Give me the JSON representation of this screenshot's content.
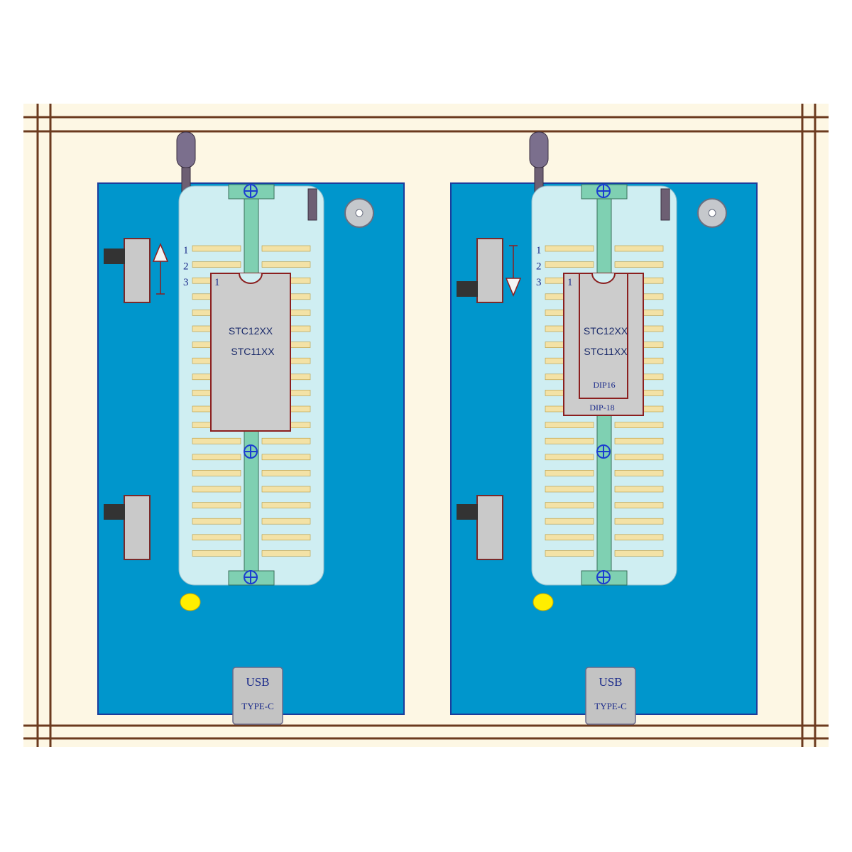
{
  "colors": {
    "background": "#fdf7e4",
    "frame_line": "#6b3a1e",
    "board": "#0096cc",
    "board_edge": "#1b3d9c",
    "socket": "#cfeef2",
    "pad": "#f3e2a6",
    "center_strip": "#7fd0b2",
    "chip": "#cccccc",
    "chip_outline": "#8b1f1f",
    "switch": "#c9c9c9",
    "led": "#ffee00",
    "usb": "#c3c3c3"
  },
  "boards": [
    {
      "id": "left",
      "pin_labels": [
        "1",
        "2",
        "3"
      ],
      "chip_pin1_label": "1",
      "chip_lines": [
        "STC12XX",
        "STC11XX"
      ],
      "inner_chip_lines": [],
      "switch_arrow": "up-arrow-icon",
      "usb_label": "USB",
      "usb_type_label": "TYPE-C"
    },
    {
      "id": "right",
      "pin_labels": [
        "1",
        "2",
        "3"
      ],
      "chip_pin1_label": "1",
      "chip_lines": [
        "STC12XX",
        "STC11XX"
      ],
      "inner_chip_lines": [
        "DIP16",
        "DIP-18"
      ],
      "switch_arrow": "down-arrow-icon",
      "usb_label": "USB",
      "usb_type_label": "TYPE-C"
    }
  ]
}
